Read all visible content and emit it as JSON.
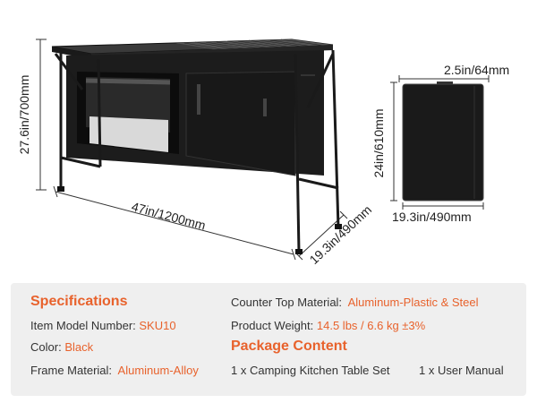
{
  "dimensions": {
    "height": "27.6in/700mm",
    "width": "47in/1200mm",
    "depth": "19.3in/490mm",
    "folded_thickness": "2.5in/64mm",
    "folded_height": "24in/610mm",
    "folded_width": "19.3in/490mm"
  },
  "specs": {
    "heading": "Specifications",
    "model_label": "Item Model Number:",
    "model_value": "SKU10",
    "color_label": "Color:",
    "color_value": "Black",
    "frame_label": "Frame Material:",
    "frame_value": "Aluminum-Alloy",
    "top_label": "Counter Top Material:",
    "top_value": "Aluminum-Plastic & Steel",
    "weight_label": "Product Weight:",
    "weight_value": "14.5 lbs / 6.6 kg ±3%",
    "package_heading": "Package Content",
    "package_item1": "1 x  Camping Kitchen Table Set",
    "package_item2": "1 x User Manual"
  },
  "colors": {
    "accent": "#e8622c",
    "panel": "#efefef",
    "product": "#1c1c1c"
  }
}
